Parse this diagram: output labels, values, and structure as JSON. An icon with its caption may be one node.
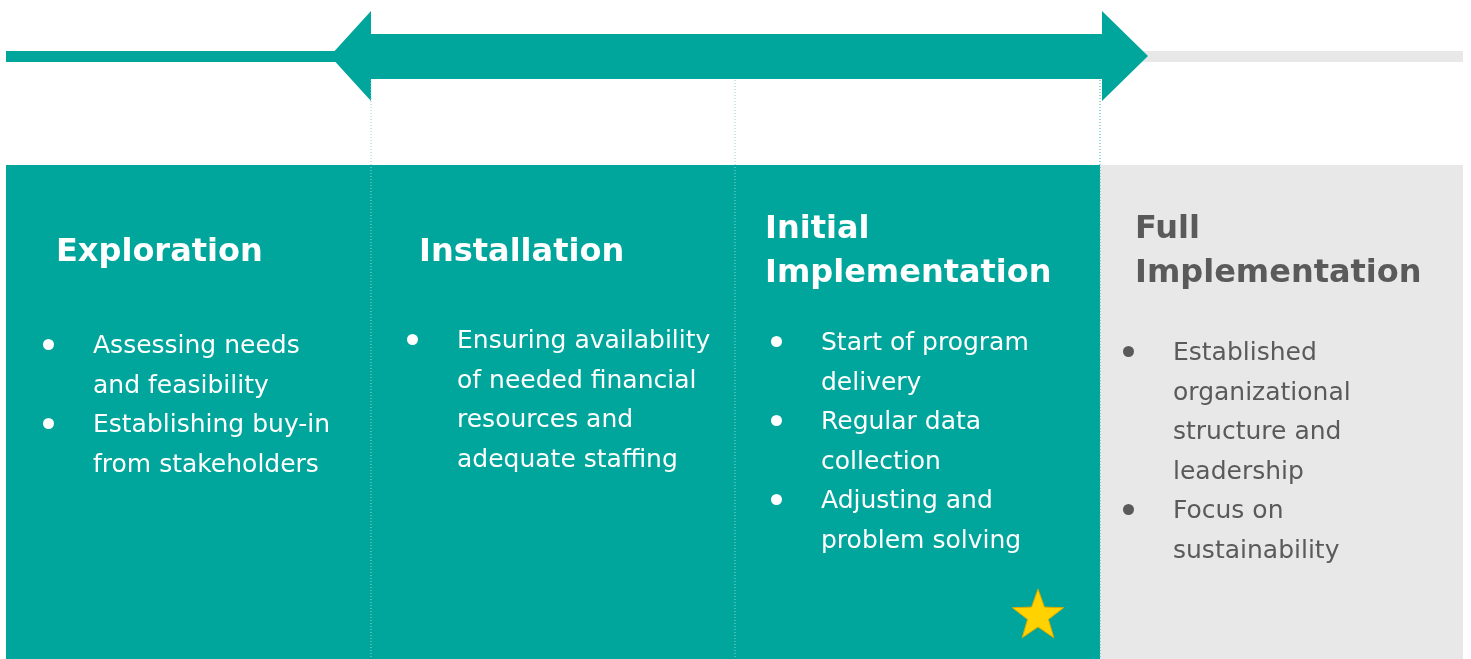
{
  "diagram": {
    "nodes": [
      {
        "text": [
          "Exploration",
          "Assessing needs and feasibility",
          "Establishing buy-in from stakeholders"
        ]
      },
      {
        "text": [
          "Installation",
          "Ensuring availability of needed financial resources and adequate staffing"
        ]
      },
      {
        "text": [
          "Initial Implementation",
          "Start of program delivery",
          "Regular data collection",
          "Adjusting and problem solving"
        ]
      },
      {
        "text": [
          "Full Implementation",
          "Established organizational structure and leadership",
          "Focus on sustainability"
        ]
      }
    ]
  }
}
